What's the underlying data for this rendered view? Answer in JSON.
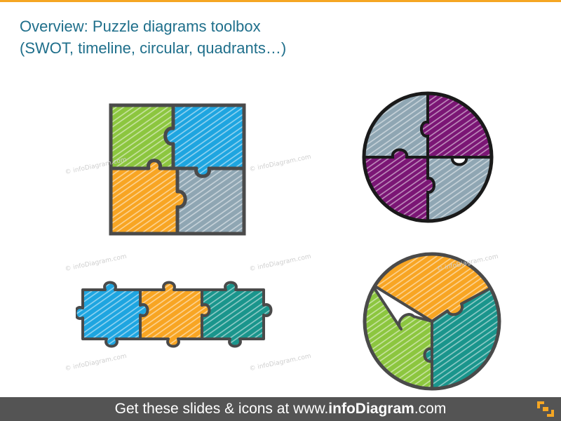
{
  "title": {
    "line1": "Overview: Puzzle diagrams toolbox",
    "line2": "(SWOT, timeline, circular, quadrants…)"
  },
  "watermark": "© infoDiagram.com",
  "footer": {
    "prefix": "Get these slides & icons at www.",
    "brand": "infoDiagram",
    "suffix": ".com"
  },
  "colors": {
    "accent": "#f5a623",
    "title": "#1f6f8b",
    "green": "#8cc63f",
    "blue": "#1ea5e0",
    "orange": "#f8a523",
    "gray": "#8fa6b3",
    "purple": "#7b1675",
    "teal": "#1a958c",
    "outline": "#4a4a4a",
    "footer_bg": "#545454"
  },
  "diagrams": [
    {
      "kind": "square-quadrant-puzzle",
      "pieces": [
        "green",
        "blue",
        "orange",
        "gray"
      ]
    },
    {
      "kind": "circular-quadrant-puzzle",
      "pieces": [
        "gray",
        "purple",
        "purple",
        "gray"
      ]
    },
    {
      "kind": "timeline-puzzle-row",
      "pieces": [
        "blue",
        "orange",
        "teal"
      ]
    },
    {
      "kind": "circular-three-part-puzzle",
      "pieces": [
        "orange",
        "green",
        "teal"
      ]
    }
  ]
}
